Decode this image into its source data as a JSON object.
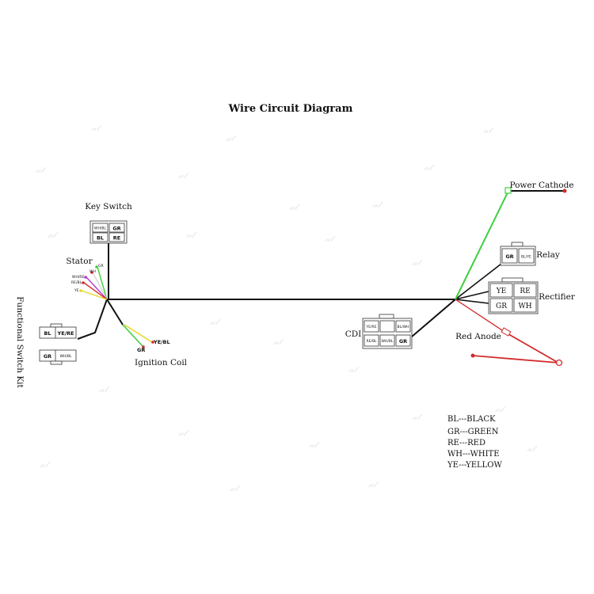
{
  "title": "Wire Circuit Diagram",
  "components": {
    "key_switch": {
      "label": "Key Switch",
      "cells": [
        "WH/BL",
        "GR",
        "BL",
        "RE"
      ]
    },
    "stator": {
      "label": "Stator",
      "wires": [
        "GR",
        "WH",
        "WH/RE",
        "RE/BL",
        "YE"
      ]
    },
    "functional_switch_kit": {
      "label": "Functional Switch Kit",
      "top_cells": [
        "BL",
        "YE/RE"
      ],
      "bottom_cells": [
        "GR",
        "WH/BL"
      ]
    },
    "ignition_coil": {
      "label": "Ignition Coil",
      "wires": [
        "YE/BL",
        "GR"
      ]
    },
    "cdi": {
      "label": "CDI",
      "top_cells": [
        "YE/RE",
        "",
        "BL/WH"
      ],
      "bottom_cells": [
        "RE/BL",
        "WH/BL",
        "GR"
      ]
    },
    "power_cathode": {
      "label": "Power Cathode"
    },
    "relay": {
      "label": "Relay",
      "cells": [
        "GR",
        "BL/YE"
      ]
    },
    "rectifier": {
      "label": "Rectifier",
      "cells": [
        "YE",
        "RE",
        "GR",
        "WH"
      ]
    },
    "red_anode": {
      "label": "Red Anode"
    }
  },
  "legend": [
    "BL---BLACK",
    "GR---GREEN",
    "RE---RED",
    "WH---WHITE",
    "YE---YELLOW"
  ],
  "colors": {
    "black_wire": "#111111",
    "green_wire": "#3ecf3e",
    "red_wire": "#d42a2a",
    "yellow_wire": "#e8d62a",
    "violet_wire": "#b03ad0"
  }
}
